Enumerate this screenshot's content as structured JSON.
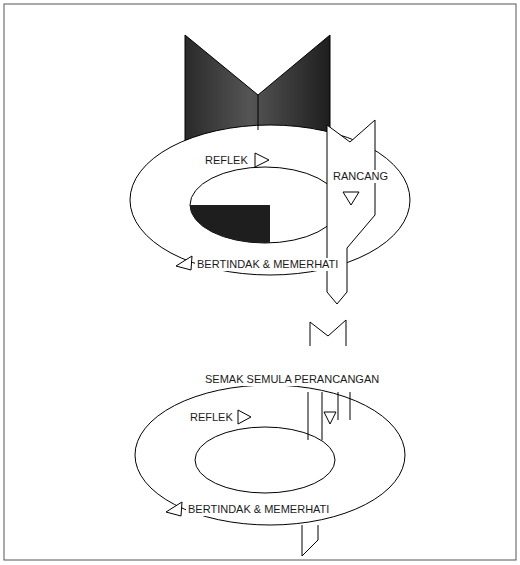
{
  "diagram": {
    "labels": [
      "REFLEK",
      "RANCANG",
      "BERTINDAK & MEMERHATI",
      "SEMAK SEMULA PERANCANGAN",
      "REFLEK",
      "BERTINDAK & MEMERHATI"
    ]
  }
}
